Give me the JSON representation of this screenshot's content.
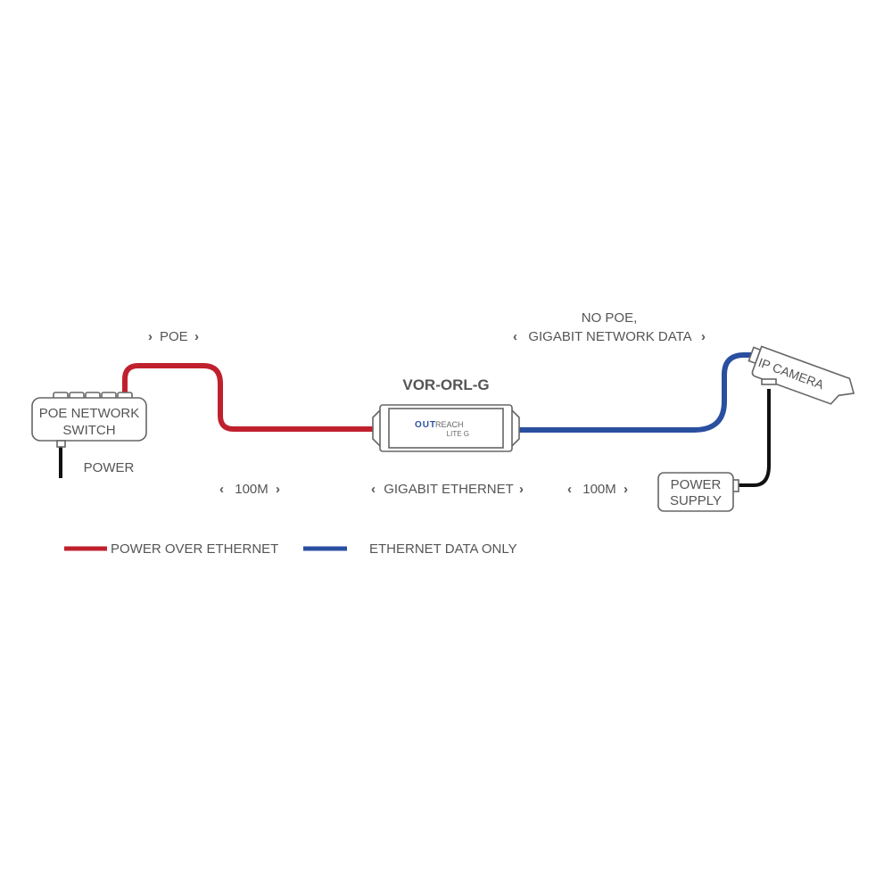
{
  "colors": {
    "poe": "#c0202d",
    "data": "#2a4fa0",
    "power": "#111111",
    "outline": "#666666",
    "text": "#555555",
    "brand": "#2a4fa0"
  },
  "devices": {
    "switch": {
      "line1": "POE NETWORK",
      "line2": "SWITCH",
      "power_label": "POWER"
    },
    "extender": {
      "model": "VOR-ORL-G",
      "brand_a": "OUT",
      "brand_b": "REACH",
      "brand_sub": "LITE G"
    },
    "camera": {
      "label": "IP CAMERA"
    },
    "power_supply": {
      "line1": "POWER",
      "line2": "SUPPLY"
    }
  },
  "annotations": {
    "poe": "POE",
    "no_poe": "NO POE,",
    "gigabit_data": "GIGABIT NETWORK DATA",
    "distance_left": "100M",
    "gigabit_ethernet": "GIGABIT ETHERNET",
    "distance_right": "100M"
  },
  "legend": [
    {
      "label": "POWER OVER ETHERNET"
    },
    {
      "label": "ETHERNET DATA ONLY"
    }
  ]
}
